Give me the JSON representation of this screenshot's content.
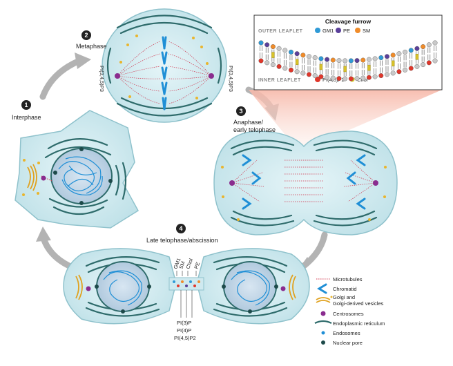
{
  "steps": [
    {
      "number": "1",
      "label": "Interphase"
    },
    {
      "number": "2",
      "label": "Metaphase"
    },
    {
      "number": "3",
      "label_line1": "Anaphase/",
      "label_line2": "early telophase"
    },
    {
      "number": "4",
      "label": "Late telophase/abscission"
    }
  ],
  "metaphase_pip3_left": "PI(3,4,5)P3",
  "metaphase_pip3_right": "PI(3,4,5)P3",
  "inset": {
    "title": "Cleavage furrow",
    "outer_leaflet": "OUTER LEAFLET",
    "inner_leaflet": "INNER LEAFLET",
    "outer_items": [
      "GM1",
      "PE",
      "SM"
    ],
    "inner_items": [
      "PI(4,5)P2",
      "Chol"
    ],
    "colors": {
      "GM1": "#2f9ad6",
      "PE": "#5a3f9a",
      "SM": "#f08c2a",
      "PIP2": "#e0362a",
      "Chol": "#d8c22a"
    }
  },
  "abscission_labels": {
    "top": [
      "GM1",
      "SM",
      "Chol",
      "PE"
    ],
    "bottom": [
      "PI(3)P",
      "PI(4)P",
      "PI(4,5)P2"
    ]
  },
  "legend": [
    {
      "label": "Microtubules",
      "icon": "microtubule-icon"
    },
    {
      "label": "Chromatid",
      "icon": "chromatid-icon"
    },
    {
      "label": "Golgi and",
      "label2": "Golgi-derived vesicles",
      "icon": "golgi-icon"
    },
    {
      "label": "Centrosomes",
      "icon": "centrosome-icon"
    },
    {
      "label": "Endoplasmic reticulum",
      "icon": "er-icon"
    },
    {
      "label": "Endosomes",
      "icon": "endosome-icon"
    },
    {
      "label": "Nuclear pore",
      "icon": "nuclear-pore-icon"
    }
  ],
  "colors": {
    "cell_fill": "#cfe9ef",
    "cell_stroke": "#7fb6c2",
    "er": "#2e6b6b",
    "chromatin": "#1f8fd6",
    "nucleus": "#bcd3e6",
    "microtubule": "#d0314a",
    "golgi": "#e0a21f",
    "arrow": "#a8a8a8"
  }
}
